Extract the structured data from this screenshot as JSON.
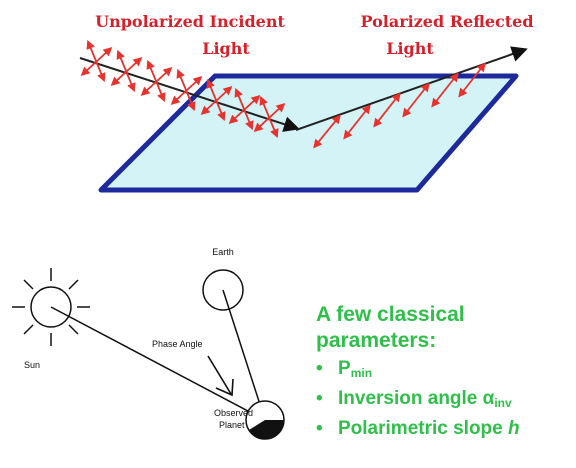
{
  "top_diagram": {
    "incident_label_line1": "Unpolarized Incident",
    "incident_label_line2": "Light",
    "reflected_label_line1": "Polarized Reflected",
    "reflected_label_line2": "Light",
    "colors": {
      "label": "#d8202a",
      "arrows": "#e8322d",
      "surface_fill": "#d3f3f7",
      "surface_border": "#1e2a9c",
      "ray": "#222222"
    }
  },
  "bottom_diagram": {
    "earth_label": "Earth",
    "sun_label": "Sun",
    "phase_angle_label": "Phase Angle",
    "observed_label_line1": "Observed",
    "observed_label_line2": "Planet"
  },
  "parameters": {
    "heading_line1": "A few classical",
    "heading_line2": "parameters:",
    "bullet": "•",
    "items": [
      {
        "main": "P",
        "sub": "min",
        "suffix": ""
      },
      {
        "main": "Inversion angle α",
        "sub": "inv",
        "suffix": ""
      },
      {
        "main": "Polarimetric slope ",
        "sub": "",
        "suffix": "h"
      }
    ],
    "color": "#2fbf4a"
  }
}
